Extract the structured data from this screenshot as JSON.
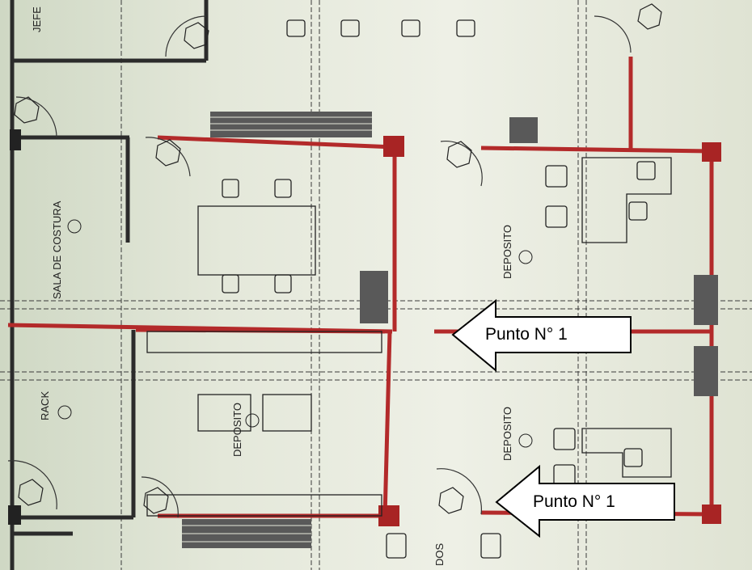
{
  "plan": {
    "labels": {
      "jefe": "JEFE",
      "sala": "SALA DE COSTURA",
      "rack": "RACK",
      "deposito_a": "DEPOSITO",
      "deposito_b": "DEPOSITO",
      "deposito_c": "DEPOSITO",
      "dos": "DOS"
    }
  },
  "callouts": [
    {
      "text": "Punto N° 1"
    },
    {
      "text": "Punto N° 1"
    }
  ],
  "colors": {
    "wall_red": "#b32a2a",
    "wall_dark": "#2b2b2b",
    "line": "#333333",
    "paper": "#e6e9dc",
    "callout_fill": "#ffffff",
    "callout_stroke": "#000000"
  }
}
